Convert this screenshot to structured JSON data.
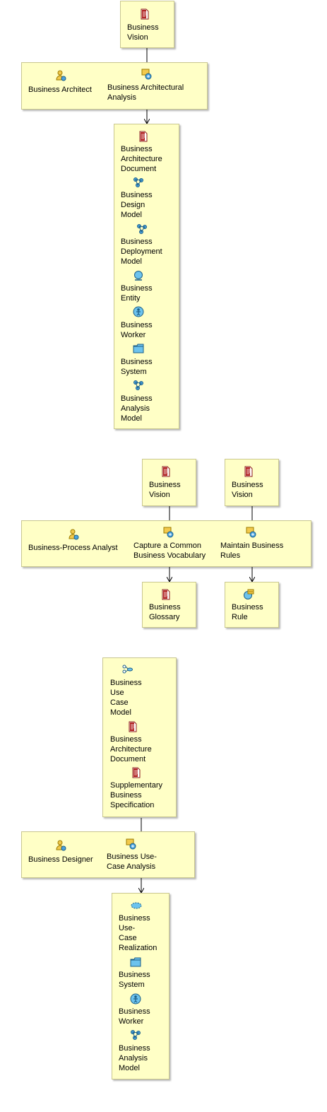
{
  "diagram1": {
    "input": "Business\nVision",
    "role": "Business Architect",
    "task": "Business Architectural\nAnalysis",
    "outputs": [
      "Business\nArchitecture\nDocument",
      "Business\nDesign\nModel",
      "Business\nDeployment\nModel",
      "Business\nEntity",
      "Business\nWorker",
      "Business\nSystem",
      "Business\nAnalysis\nModel"
    ]
  },
  "diagram2": {
    "input_left": "Business\nVision",
    "input_right": "Business\nVision",
    "role": "Business-Process Analyst",
    "task_left": "Capture a Common\nBusiness Vocabulary",
    "task_right": "Maintain Business\nRules",
    "output_left": "Business\nGlossary",
    "output_right": "Business\nRule"
  },
  "diagram3": {
    "inputs": [
      "Business\nUse\nCase\nModel",
      "Business\nArchitecture\nDocument",
      "Supplementary\nBusiness\nSpecification"
    ],
    "role": "Business Designer",
    "task": "Business Use-\nCase Analysis",
    "outputs": [
      "Business\nUse-\nCase\nRealization",
      "Business\nSystem",
      "Business\nWorker",
      "Business\nAnalysis\nModel"
    ]
  }
}
